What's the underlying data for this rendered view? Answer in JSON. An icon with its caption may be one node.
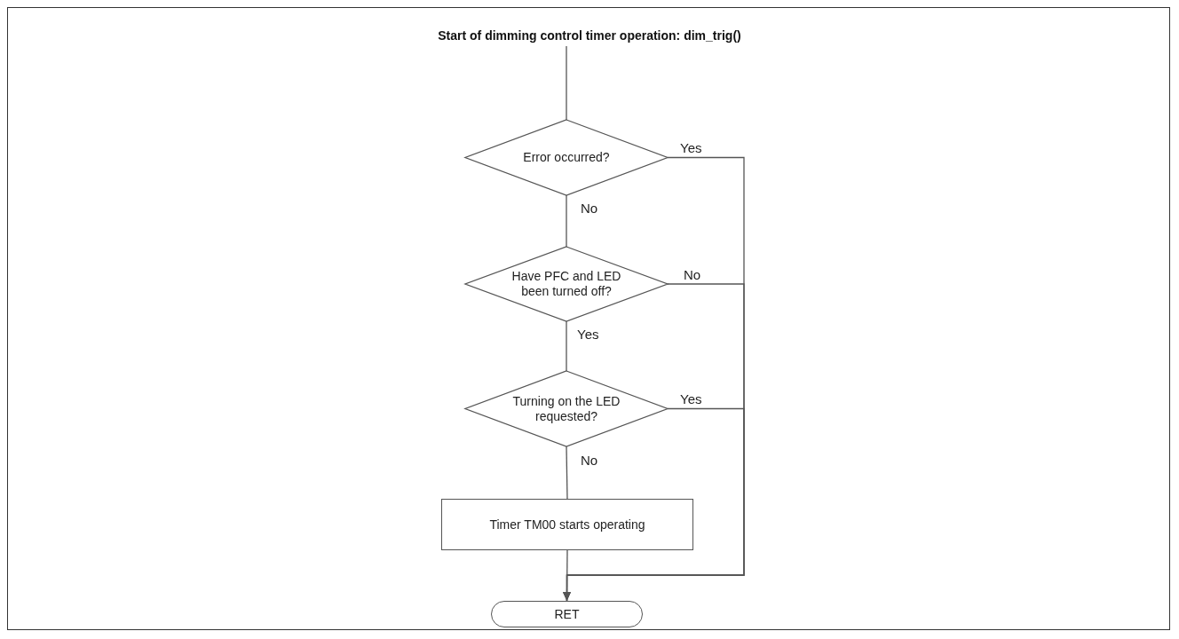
{
  "diagram": {
    "title": "Start of dimming control timer operation: dim_trig()",
    "nodes": [
      {
        "text": [
          "Error occurred?"
        ]
      },
      {
        "text": [
          "Have PFC and LED been turned off?"
        ]
      },
      {
        "text": [
          "Turning on the LED requested?"
        ]
      },
      {
        "text": [
          "Timer TM00 starts operating"
        ]
      },
      {
        "text": [
          "RET"
        ]
      }
    ],
    "edges": [
      {
        "from": null,
        "to": 0,
        "arrow": "none"
      },
      {
        "from": 0,
        "to": 1,
        "arrow": "none",
        "label": "No"
      },
      {
        "from": 1,
        "to": 2,
        "arrow": "none",
        "label": "Yes"
      },
      {
        "from": 2,
        "to": 3,
        "arrow": "none",
        "label": "No"
      },
      {
        "from": 3,
        "to": 4,
        "arrow": "none"
      },
      {
        "from": 0,
        "to": 4,
        "arrow": "to",
        "label": "Yes"
      },
      {
        "from": 1,
        "to": 4,
        "arrow": "to",
        "label": "No"
      },
      {
        "from": 2,
        "to": 4,
        "arrow": "to",
        "label": "Yes"
      }
    ]
  }
}
